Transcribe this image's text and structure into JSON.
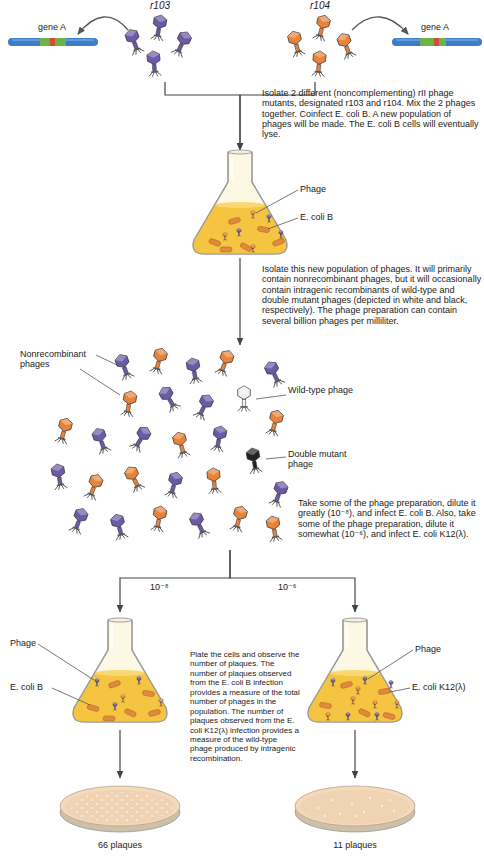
{
  "diagram": {
    "nodes": [
      {
        "text": [
          "r103"
        ]
      },
      {
        "text": [
          "r104"
        ]
      },
      {
        "text": [
          "Phage",
          "E. coli B"
        ]
      },
      {
        "text": [
          "Nonrecombinant phages",
          "Wild-type phage",
          "Double mutant phage"
        ]
      },
      {
        "text": [
          "Phage",
          "E. coli B"
        ]
      },
      {
        "text": [
          "Phage",
          "E. coli K12(λ)"
        ]
      },
      {
        "text": [
          "66 plaques"
        ]
      },
      {
        "text": [
          "11 plaques"
        ]
      }
    ],
    "edges": [
      {
        "from": 0,
        "to": 2,
        "arrow": "to"
      },
      {
        "from": 1,
        "to": 2,
        "arrow": "to"
      },
      {
        "from": 2,
        "to": 3,
        "arrow": "to"
      },
      {
        "from": 3,
        "to": 4,
        "label": "10⁻⁸",
        "arrow": "to"
      },
      {
        "from": 3,
        "to": 5,
        "label": "10⁻⁶",
        "arrow": "to"
      },
      {
        "from": 4,
        "to": 6,
        "arrow": "to"
      },
      {
        "from": 5,
        "to": 7,
        "arrow": "to"
      }
    ],
    "labels": [
      "gene A",
      "gene A",
      "Isolate 2 different (noncomplementing) rII phage mutants, designated r103 and r104. Mix the 2 phages together. Coinfect E. coli B. A new population of phages will be made. The E. coli B cells will eventually lyse.",
      "Isolate this new population of phages. It will primarily contain nonrecombinant phages, but it will occasionally contain intragenic recombinants of wild-type and double mutant phages (depicted in white and black, respectively). The phage preparation can contain several billion phages per milliliter.",
      "Take some of the phage preparation, dilute it greatly (10⁻⁸), and infect E. coli B. Also, take some of the phage preparation, dilute it somewhat (10⁻⁶), and infect E. coli K12(λ).",
      "Plate the cells and observe the number of plaques. The number of plaques observed from the E. coli B infection provides a measure of the total number of phages in the population. The number of plaques observed from the E. coli K12(λ) infection provides a measure of the wild-type phage produced by intragenic recombination."
    ]
  }
}
